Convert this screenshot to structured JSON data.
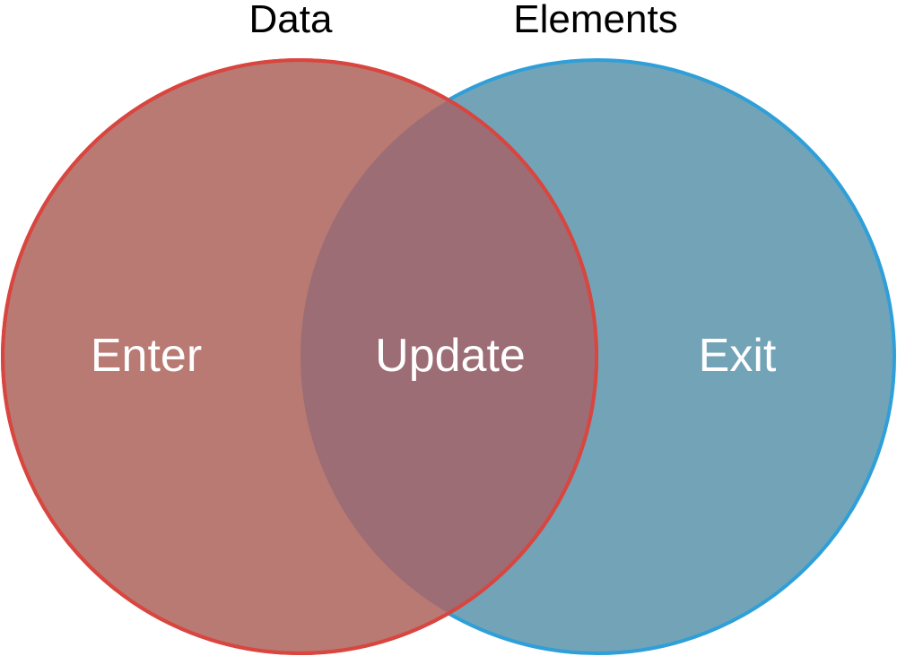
{
  "diagram": {
    "sets": [
      {
        "title": "Data",
        "fill_color": "#B87A72",
        "stroke_color": "#D9453F"
      },
      {
        "title": "Elements",
        "fill_color": "#73A3B6",
        "stroke_color": "#2E9FD9"
      }
    ],
    "overlap_color": "#9C6D75",
    "regions": {
      "left_only": "Enter",
      "intersection": "Update",
      "right_only": "Exit"
    }
  }
}
